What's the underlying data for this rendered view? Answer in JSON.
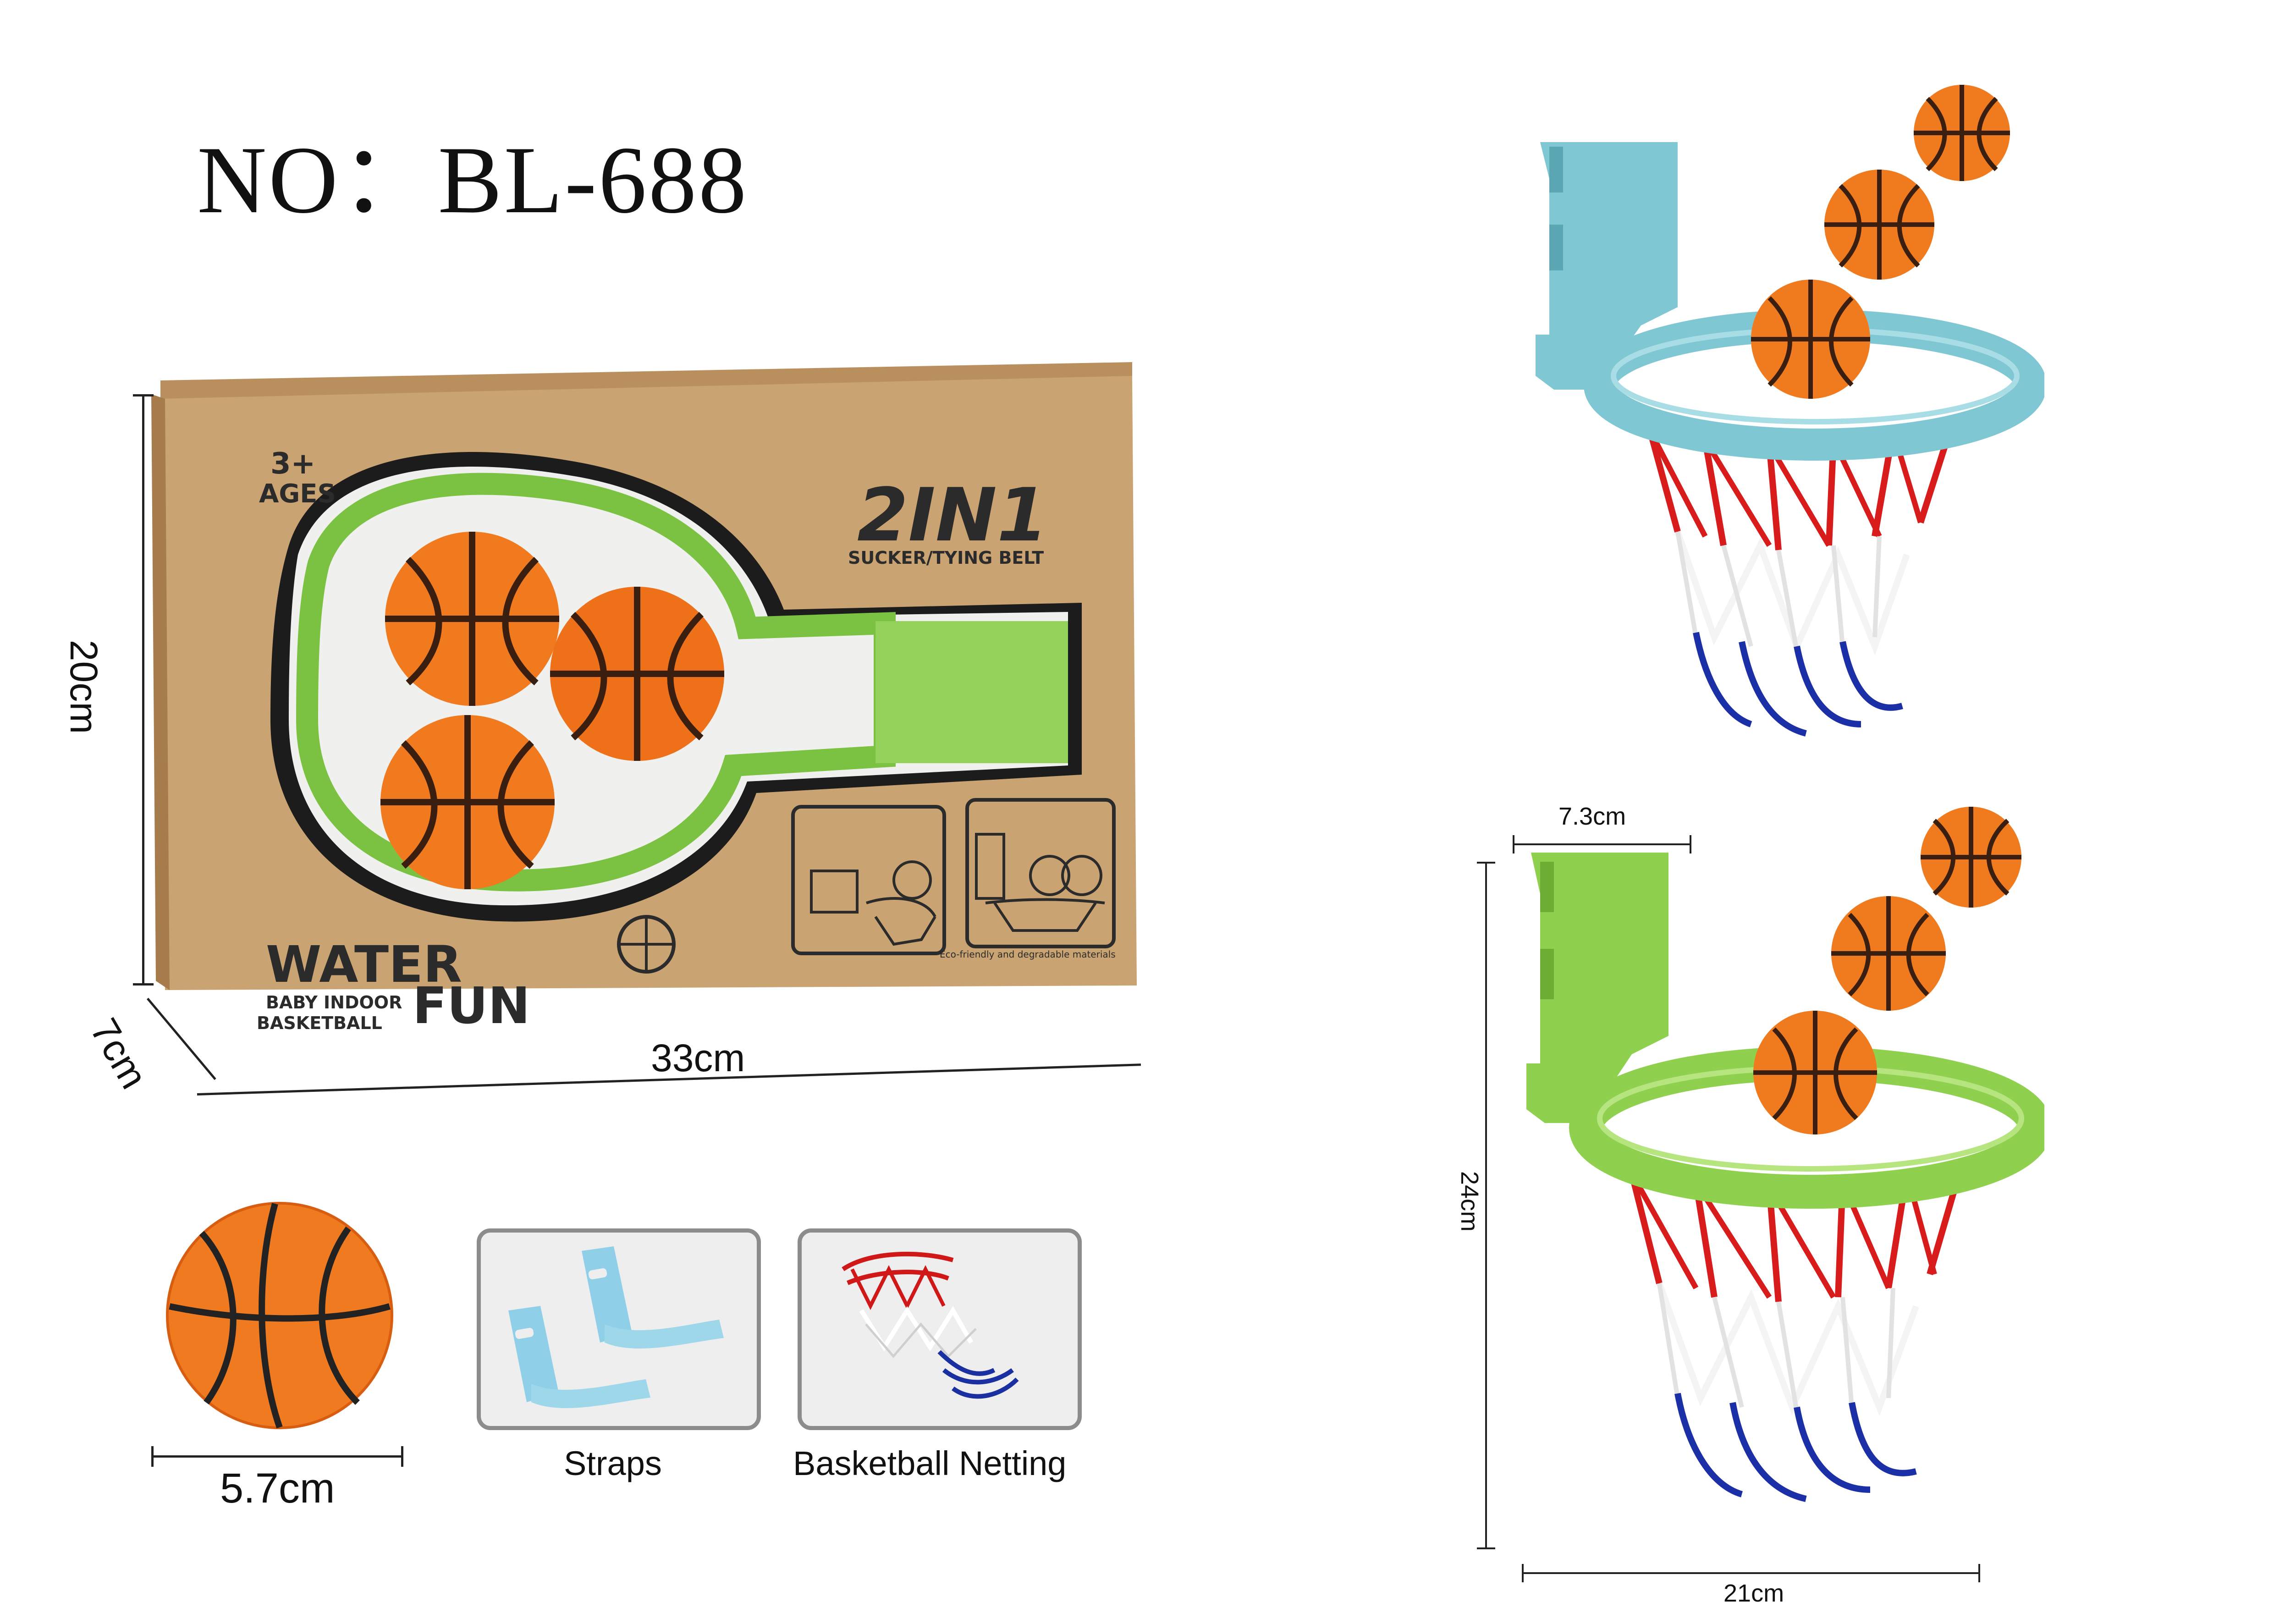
{
  "model": {
    "label": "NO：BL-688"
  },
  "box": {
    "water": "WATER",
    "fun": "FUN",
    "baby_indoor": "BABY INDOOR",
    "basketball": "BASKETBALL",
    "age": "3+",
    "ages": "AGES",
    "two_in_one": "2IN1",
    "sucker_tying_belt": "SUCKER/TYING BELT",
    "eco_note": "Eco-friendly and degradable materials",
    "colors": {
      "kraft": "#c8a271",
      "green": "#8dc63f",
      "orange": "#f27a1e"
    }
  },
  "dimensions": {
    "box_height": "20cm",
    "box_depth": "7cm",
    "box_width": "33cm",
    "ball_diameter": "5.7cm",
    "hoop_depth": "7.3cm",
    "hoop_height": "24cm",
    "hoop_width": "21cm"
  },
  "accessories": {
    "straps_label": "Straps",
    "netting_label": "Basketball Netting"
  },
  "hoops": {
    "blue_color": "#7ec8d4",
    "green_color": "#8fd14f"
  },
  "icons": [
    "basketball-icon",
    "hoop-icon",
    "strap-icon",
    "net-icon"
  ]
}
